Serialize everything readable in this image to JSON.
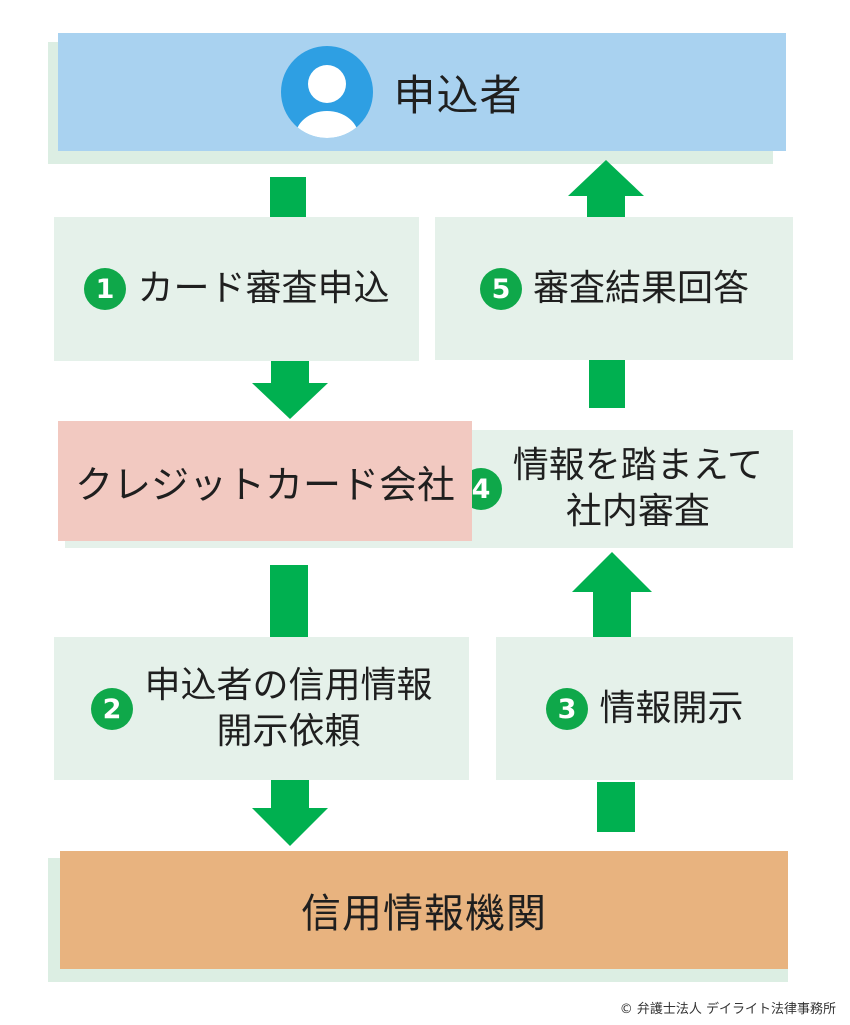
{
  "colors": {
    "arrow_green": "#00b050",
    "badge_green": "#0fa84a",
    "panel_green": "#e5f1ea",
    "applicant_blue": "#a9d2f0",
    "avatar_blue": "#2e9fe3",
    "card_company_pink": "#f2c9c1",
    "bureau_orange": "#e8b37f"
  },
  "applicant": {
    "label": "申込者",
    "icon": "user-avatar-icon"
  },
  "card_company": {
    "label": "クレジットカード会社"
  },
  "credit_bureau": {
    "label": "信用情報機関"
  },
  "steps": [
    {
      "number": "1",
      "lines": [
        "カード審査申込"
      ]
    },
    {
      "number": "2",
      "lines": [
        "申込者の信用情報",
        "開示依頼"
      ]
    },
    {
      "number": "3",
      "lines": [
        "情報開示"
      ]
    },
    {
      "number": "4",
      "lines": [
        "情報を踏まえて",
        "社内審査"
      ]
    },
    {
      "number": "5",
      "lines": [
        "審査結果回答"
      ]
    }
  ],
  "copyright": "© 弁護士法人 デイライト法律事務所"
}
